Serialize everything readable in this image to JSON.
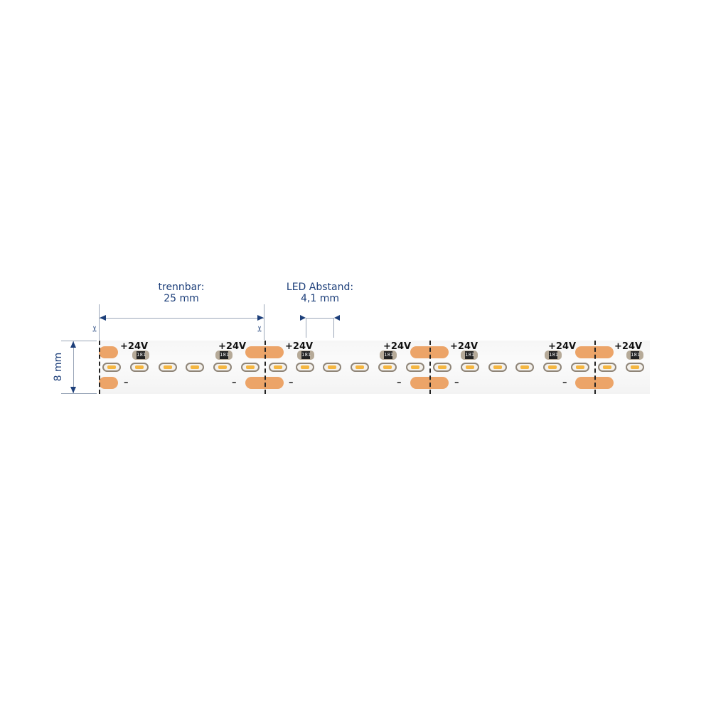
{
  "dimensions": {
    "cut_label": "trennbar:",
    "cut_value": "25 mm",
    "spacing_label": "LED Abstand:",
    "spacing_value": "4,1 mm",
    "width_value": "8 mm"
  },
  "strip": {
    "voltage_plus": "+24V",
    "voltage_minus": "–",
    "resistor_code": "181",
    "scissors_icon": "✂"
  },
  "colors": {
    "annotation": "#1d3f7a",
    "pad": "#eca468",
    "led": "#f5b640"
  }
}
